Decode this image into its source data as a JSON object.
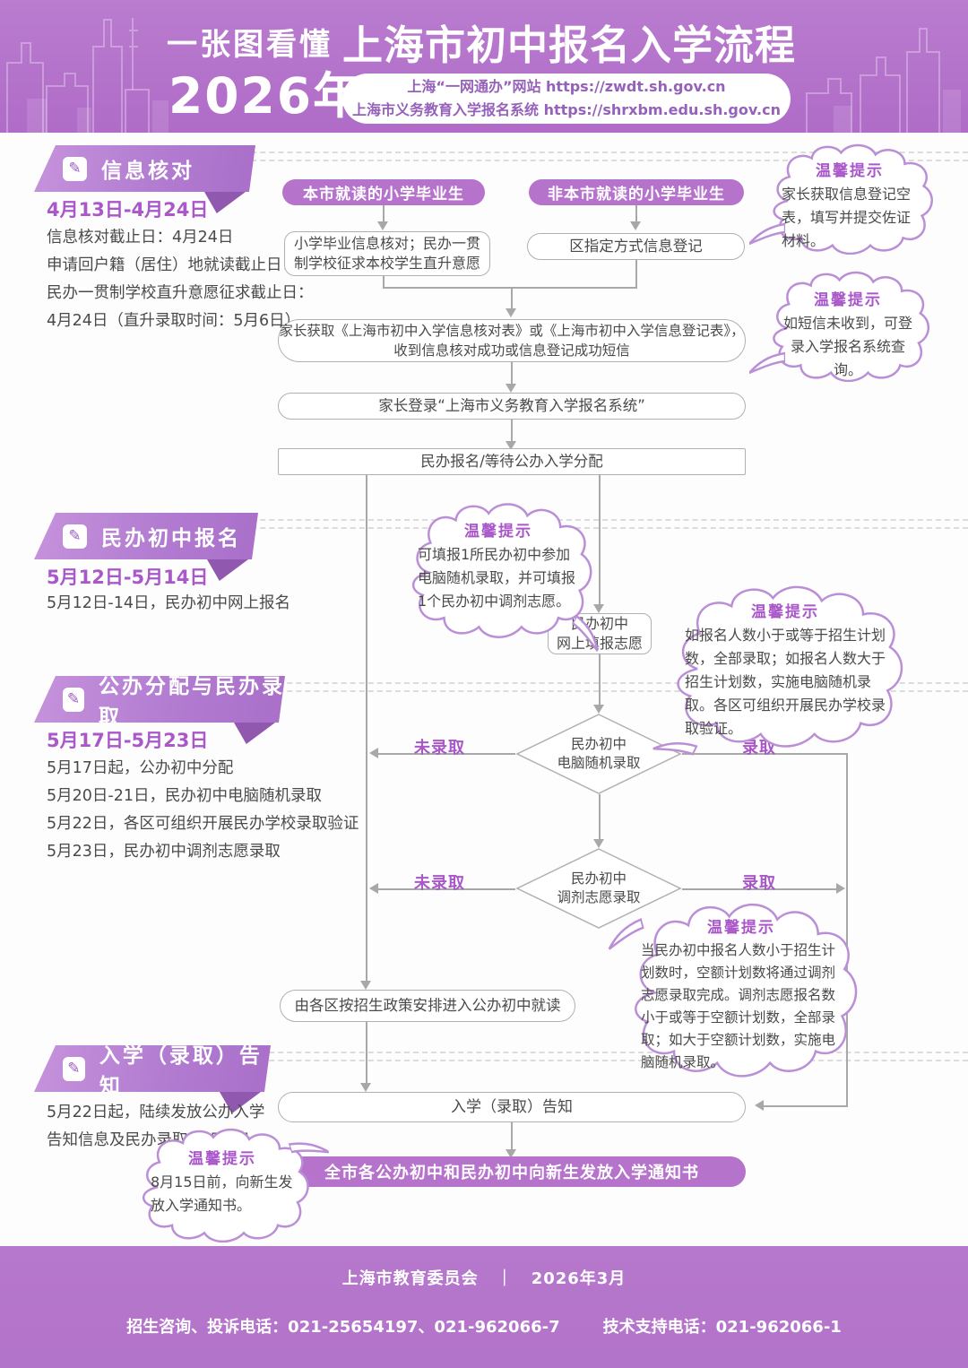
{
  "colors": {
    "purple_band": "#b575cb",
    "purple_accent": "#a957c9",
    "ribbon_purple": "#b27cd1",
    "box_border": "#b0b0b0",
    "arrow_gray": "#a8a8a8",
    "cloud_border": "#bb8fd6",
    "text_dark": "#4a4a4a"
  },
  "header": {
    "tagline_line1": "一张图看懂",
    "tagline_line2": "2026年",
    "title": "上海市初中报名入学流程",
    "links": [
      "上海“一网通办”网站 https://zwdt.sh.gov.cn",
      "上海市义务教育入学报名系统 https://shrxbm.edu.sh.gov.cn"
    ]
  },
  "sections": [
    {
      "title": "信息核对",
      "date_range": "4月13日-4月24日",
      "details": [
        "信息核对截止日：4月24日",
        "申请回户籍（居住）地就读截止日：4月24日",
        "民办一贯制学校直升意愿征求截止日：",
        "4月24日（直升录取时间：5月6日）"
      ]
    },
    {
      "title": "民办初中报名",
      "date_range": "5月12日-5月14日",
      "details": [
        "5月12日-14日，民办初中网上报名"
      ]
    },
    {
      "title": "公办分配与民办录取",
      "date_range": "5月17日-5月23日",
      "details": [
        "5月17日起，公办初中分配",
        "5月20日-21日，民办初中电脑随机录取",
        "5月22日，各区可组织开展民办学校录取验证",
        "5月23日，民办初中调剂志愿录取"
      ]
    },
    {
      "title": "入学（录取）告知",
      "date_range": "",
      "details": [
        "5月22日起，陆续发放公办入学",
        "告知信息及民办录取告知信息"
      ]
    }
  ],
  "flow": {
    "start_local": "本市就读的小学毕业生",
    "start_nonlocal": "非本市就读的小学毕业生",
    "box_verify": "小学毕业信息核对；民办一贯制学校征求本校学生直升意愿",
    "box_register": "区指定方式信息登记",
    "box_obtain_line1": "家长获取《上海市初中入学信息核对表》或《上海市初中入学信息登记表》，",
    "box_obtain_line2": "收到信息核对成功或信息登记成功短信",
    "box_login": "家长登录“上海市义务教育入学报名系统”",
    "box_choice": "民办报名/等待公办入学分配",
    "box_apply_line1": "民办初中",
    "box_apply_line2": "网上填报志愿",
    "diamond1_line1": "民办初中",
    "diamond1_line2": "电脑随机录取",
    "diamond2_line1": "民办初中",
    "diamond2_line2": "调剂志愿录取",
    "label_not_admitted": "未录取",
    "label_admitted": "录取",
    "box_public": "由各区按招生政策安排进入公办初中就读",
    "box_notice": "入学（录取）告知",
    "bar_final": "全市各公办初中和民办初中向新生发放入学通知书"
  },
  "tips": [
    {
      "title": "温馨提示",
      "text": "家长获取信息登记空表，填写并提交佐证材料。"
    },
    {
      "title": "温馨提示",
      "text": "如短信未收到，可登录入学报名系统查询。"
    },
    {
      "title": "温馨提示",
      "text": "可填报1所民办初中参加电脑随机录取，并可填报1个民办初中调剂志愿。"
    },
    {
      "title": "温馨提示",
      "text": "如报名人数小于或等于招生计划数，全部录取；如报名人数大于招生计划数，实施电脑随机录取。各区可组织开展民办学校录取验证。"
    },
    {
      "title": "温馨提示",
      "text": "当民办初中报名人数小于招生计划数时，空额计划数将通过调剂志愿录取完成。调剂志愿报名数小于或等于空额计划数，全部录取；如大于空额计划数，实施电脑随机录取。"
    },
    {
      "title": "温馨提示",
      "text": "8月15日前，向新生发放入学通知书。"
    }
  ],
  "footer": {
    "org": "上海市教育委员会",
    "separator": "｜",
    "date": "2026年3月",
    "hotline": "招生咨询、投诉电话：021-25654197、021-962066-7",
    "support": "技术支持电话：021-962066-1"
  }
}
